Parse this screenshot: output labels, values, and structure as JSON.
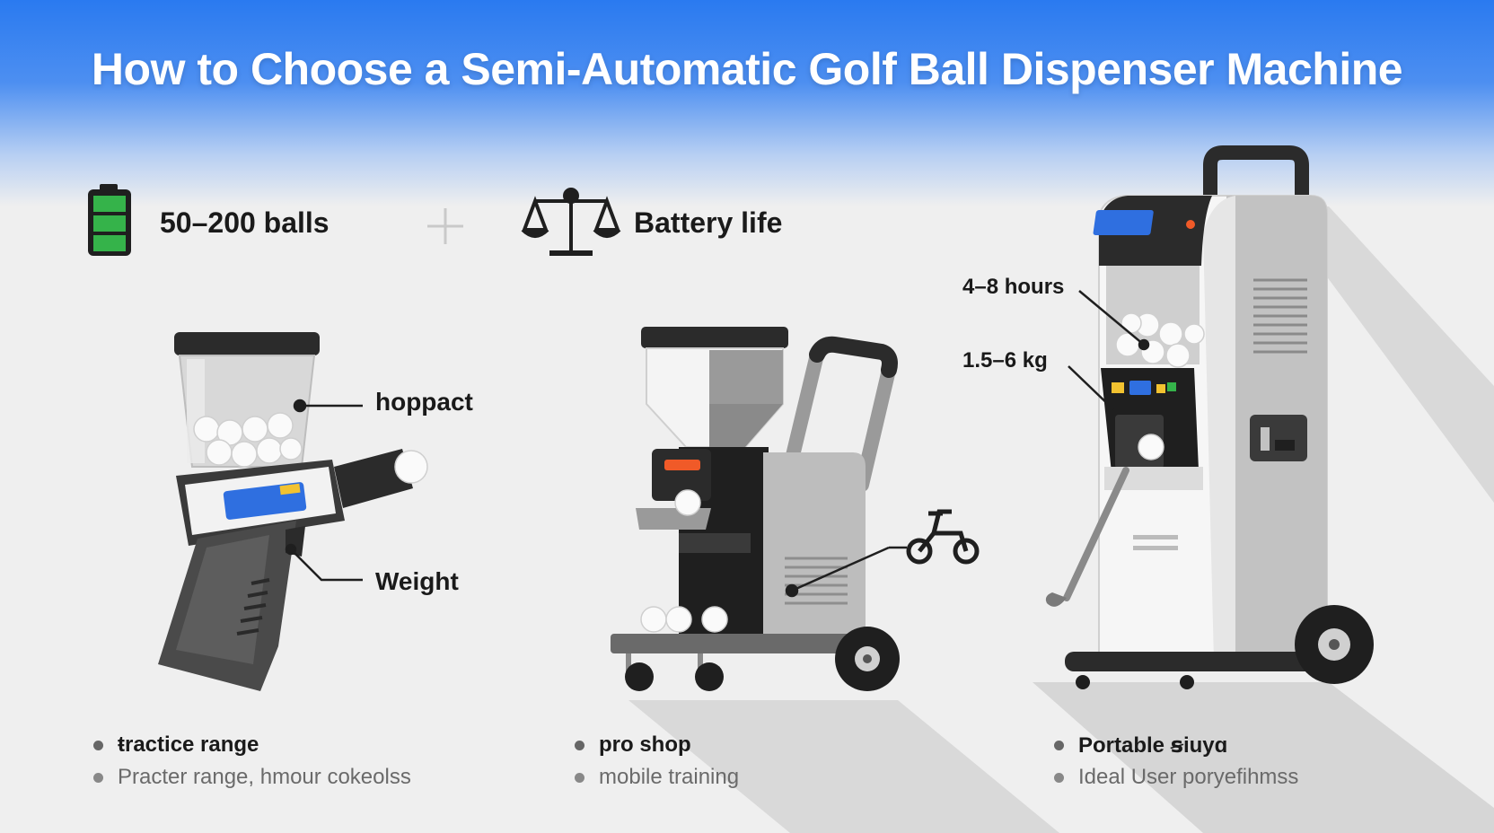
{
  "title": "How to Choose a Semi-Automatic Golf Ball Dispenser Machine",
  "stats": {
    "capacity": "50–200 balls",
    "battery": "Battery life"
  },
  "callouts": {
    "hoppact": "hoppact",
    "weight": "Weight",
    "hours": "4–8 hours",
    "kg": "1.5–6 kg"
  },
  "columns": [
    {
      "primary": "ŧractice range",
      "secondary": "Practer range, hmour cokeolss"
    },
    {
      "primary": "pro shop",
      "secondary": "mobile training"
    },
    {
      "primary": "Portable ꞩiuyɑ",
      "secondary": "Ideal User poryefihmss"
    }
  ],
  "colors": {
    "banner_top": "#2a7af0",
    "battery_green": "#35b34a",
    "screen_blue": "#2f6fe0",
    "accent_orange": "#f05a28",
    "accent_yellow": "#f2c230",
    "dark": "#1f1f1f"
  },
  "icons": [
    "battery-icon",
    "plus-icon",
    "scale-icon",
    "scooter-icon"
  ]
}
